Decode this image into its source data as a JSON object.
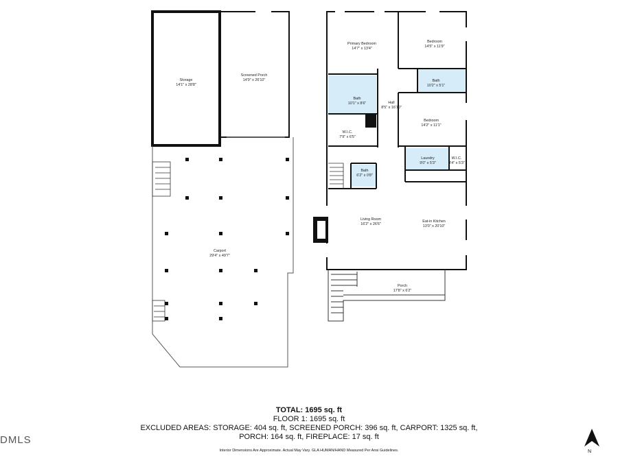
{
  "rooms": {
    "storage": {
      "name": "Storage",
      "dims": "14'1\" x 28'8\""
    },
    "screened_porch": {
      "name": "Screened Porch",
      "dims": "14'9\" x 26'10\""
    },
    "carport": {
      "name": "Carport",
      "dims": "29'4\" x 49'7\""
    },
    "primary_bedroom": {
      "name": "Primary Bedroom",
      "dims": "14'7\" x 13'4\""
    },
    "bedroom_ne": {
      "name": "Bedroom",
      "dims": "14'5\" x 11'9\""
    },
    "bath_primary": {
      "name": "Bath",
      "dims": "10'1\" x 8'6\""
    },
    "hall": {
      "name": "Hall",
      "dims": "8'5\" x 16'10\""
    },
    "bath_east": {
      "name": "Bath",
      "dims": "10'2\" x 5'1\""
    },
    "wic_primary": {
      "name": "W.I.C.",
      "dims": "7'9\" x 6'5\""
    },
    "bedroom_mid": {
      "name": "Bedroom",
      "dims": "14'2\" x 11'1\""
    },
    "laundry": {
      "name": "Laundry",
      "dims": "9'0\" x 5'3\""
    },
    "wic_small": {
      "name": "W.I.C.",
      "dims": "3'4\" x 5'3\""
    },
    "bath_half": {
      "name": "Bath",
      "dims": "6'2\" x 0'8\""
    },
    "living_room": {
      "name": "Living Room",
      "dims": "16'2\" x 26'6\""
    },
    "kitchen": {
      "name": "Eat-in Kitchen",
      "dims": "13'0\" x 20'10\""
    },
    "porch": {
      "name": "Porch",
      "dims": "17'8\" x 6'2\""
    }
  },
  "summary": {
    "total_label": "TOTAL:",
    "total_value": "1695 sq. ft",
    "floor_label": "FLOOR 1:",
    "floor_value": "1695",
    "floor_unit": "sq. ft",
    "excluded_line1": "EXCLUDED AREAS: STORAGE: 404 sq. ft, SCREENED PORCH: 396 sq. ft, CARPORT: 1325 sq. ft,",
    "excluded_line2": "PORCH: 164 sq. ft, FIREPLACE: 17 sq. ft",
    "disclaimer": "Interior Dimensions Are Approximate. Actual May Vary. GLA HUMAN/HAND Measured Per Ansi Guidelines."
  },
  "logo_text": "DMLS",
  "compass_letter": "N",
  "colors": {
    "wall": "#111111",
    "bath_fill": "#d6ecf8",
    "line": "#777777"
  }
}
